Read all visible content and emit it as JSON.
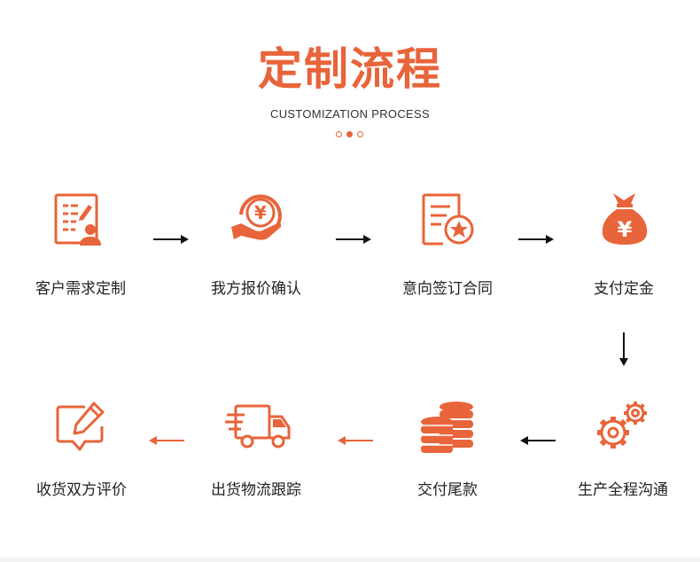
{
  "header": {
    "title": "定制流程",
    "subtitle": "CUSTOMIZATION PROCESS"
  },
  "colors": {
    "accent": "#e8643a",
    "text": "#222222",
    "arrow_dark": "#111111"
  },
  "steps": [
    {
      "label": "客户需求定制",
      "icon": "requirement-form-icon"
    },
    {
      "label": "我方报价确认",
      "icon": "yuan-quote-icon"
    },
    {
      "label": "意向签订合同",
      "icon": "contract-icon"
    },
    {
      "label": "支付定金",
      "icon": "money-bag-icon"
    },
    {
      "label": "生产全程沟通",
      "icon": "gears-icon"
    },
    {
      "label": "交付尾款",
      "icon": "coin-stack-icon"
    },
    {
      "label": "出货物流跟踪",
      "icon": "delivery-truck-icon"
    },
    {
      "label": "收货双方评价",
      "icon": "review-edit-icon"
    }
  ]
}
